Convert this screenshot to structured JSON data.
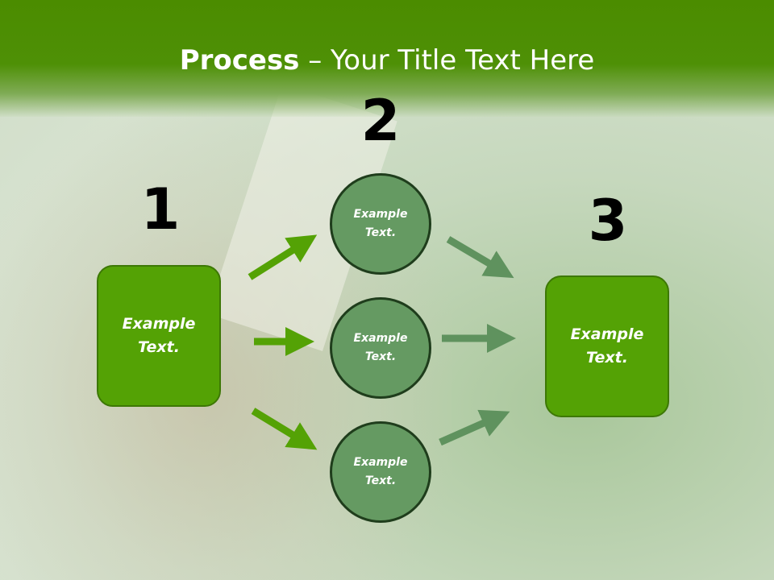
{
  "slide": {
    "title_bold": "Process",
    "title_rest": " – Your Title Text Here"
  },
  "steps": {
    "n1": "1",
    "n2": "2",
    "n3": "3"
  },
  "left_box": {
    "line1": "Example",
    "line2": "Text."
  },
  "right_box": {
    "line1": "Example",
    "line2": "Text."
  },
  "circles": [
    {
      "line1": "Example",
      "line2": "Text."
    },
    {
      "line1": "Example",
      "line2": "Text."
    },
    {
      "line1": "Example",
      "line2": "Text."
    }
  ],
  "colors": {
    "header": "#4b8c00",
    "box_fill": "#54a205",
    "circle_fill": "#659a62",
    "arrow_bright": "#54a205",
    "arrow_muted": "#5f925e"
  }
}
